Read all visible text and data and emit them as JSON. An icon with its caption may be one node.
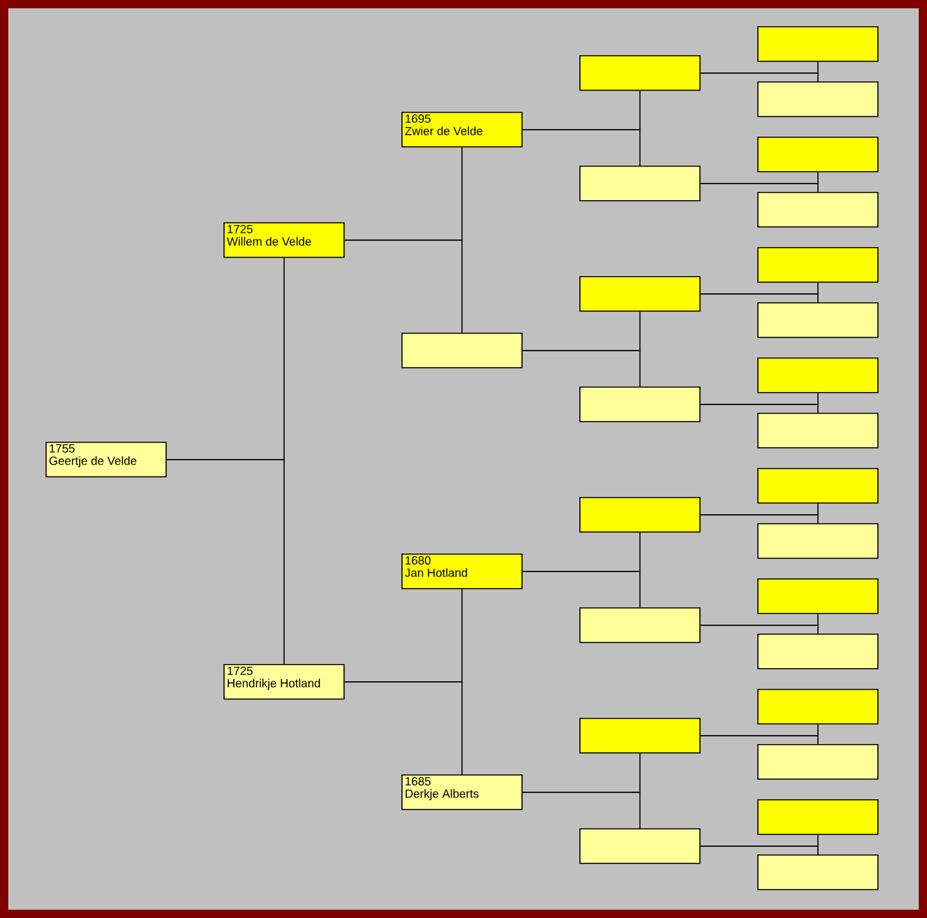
{
  "diagram": {
    "nodes": [
      {
        "text": [
          "1755",
          "Geertje de Velde"
        ]
      },
      {
        "text": [
          "1725",
          "Willem de Velde"
        ]
      },
      {
        "text": [
          "1725",
          "Hendrikje Hotland"
        ]
      },
      {
        "text": [
          "1695",
          "Zwier de Velde"
        ]
      },
      {
        "text": [],
        "shape": "box"
      },
      {
        "text": [
          "1680",
          "Jan Hotland"
        ]
      },
      {
        "text": [
          "1685",
          "Derkje Alberts"
        ]
      },
      {
        "text": [],
        "shape": "box"
      },
      {
        "text": [],
        "shape": "box"
      },
      {
        "text": [],
        "shape": "box"
      },
      {
        "text": [],
        "shape": "box"
      },
      {
        "text": [],
        "shape": "box"
      },
      {
        "text": [],
        "shape": "box"
      },
      {
        "text": [],
        "shape": "box"
      },
      {
        "text": [],
        "shape": "box"
      },
      {
        "text": [],
        "shape": "box"
      },
      {
        "text": [],
        "shape": "box"
      },
      {
        "text": [],
        "shape": "box"
      },
      {
        "text": [],
        "shape": "box"
      },
      {
        "text": [],
        "shape": "box"
      },
      {
        "text": [],
        "shape": "box"
      },
      {
        "text": [],
        "shape": "box"
      },
      {
        "text": [],
        "shape": "box"
      },
      {
        "text": [],
        "shape": "box"
      },
      {
        "text": [],
        "shape": "box"
      },
      {
        "text": [],
        "shape": "box"
      },
      {
        "text": [],
        "shape": "box"
      },
      {
        "text": [],
        "shape": "box"
      },
      {
        "text": [],
        "shape": "box"
      },
      {
        "text": [],
        "shape": "box"
      },
      {
        "text": [],
        "shape": "box"
      }
    ],
    "edges": [
      {
        "from": 0,
        "to": 1,
        "arrow": "none"
      },
      {
        "from": 0,
        "to": 2,
        "arrow": "none"
      },
      {
        "from": 1,
        "to": 3,
        "arrow": "none"
      },
      {
        "from": 1,
        "to": 4,
        "arrow": "none"
      },
      {
        "from": 2,
        "to": 5,
        "arrow": "none"
      },
      {
        "from": 2,
        "to": 6,
        "arrow": "none"
      },
      {
        "from": 3,
        "to": 7,
        "arrow": "none"
      },
      {
        "from": 3,
        "to": 8,
        "arrow": "none"
      },
      {
        "from": 4,
        "to": 9,
        "arrow": "none"
      },
      {
        "from": 4,
        "to": 10,
        "arrow": "none"
      },
      {
        "from": 5,
        "to": 11,
        "arrow": "none"
      },
      {
        "from": 5,
        "to": 12,
        "arrow": "none"
      },
      {
        "from": 6,
        "to": 13,
        "arrow": "none"
      },
      {
        "from": 6,
        "to": 14,
        "arrow": "none"
      },
      {
        "from": 7,
        "to": 15,
        "arrow": "none"
      },
      {
        "from": 7,
        "to": 16,
        "arrow": "none"
      },
      {
        "from": 8,
        "to": 17,
        "arrow": "none"
      },
      {
        "from": 8,
        "to": 18,
        "arrow": "none"
      },
      {
        "from": 9,
        "to": 19,
        "arrow": "none"
      },
      {
        "from": 9,
        "to": 20,
        "arrow": "none"
      },
      {
        "from": 10,
        "to": 21,
        "arrow": "none"
      },
      {
        "from": 10,
        "to": 22,
        "arrow": "none"
      },
      {
        "from": 11,
        "to": 23,
        "arrow": "none"
      },
      {
        "from": 11,
        "to": 24,
        "arrow": "none"
      },
      {
        "from": 12,
        "to": 25,
        "arrow": "none"
      },
      {
        "from": 12,
        "to": 26,
        "arrow": "none"
      },
      {
        "from": 13,
        "to": 27,
        "arrow": "none"
      },
      {
        "from": 13,
        "to": 28,
        "arrow": "none"
      },
      {
        "from": 14,
        "to": 29,
        "arrow": "none"
      },
      {
        "from": 14,
        "to": 30,
        "arrow": "none"
      }
    ]
  }
}
